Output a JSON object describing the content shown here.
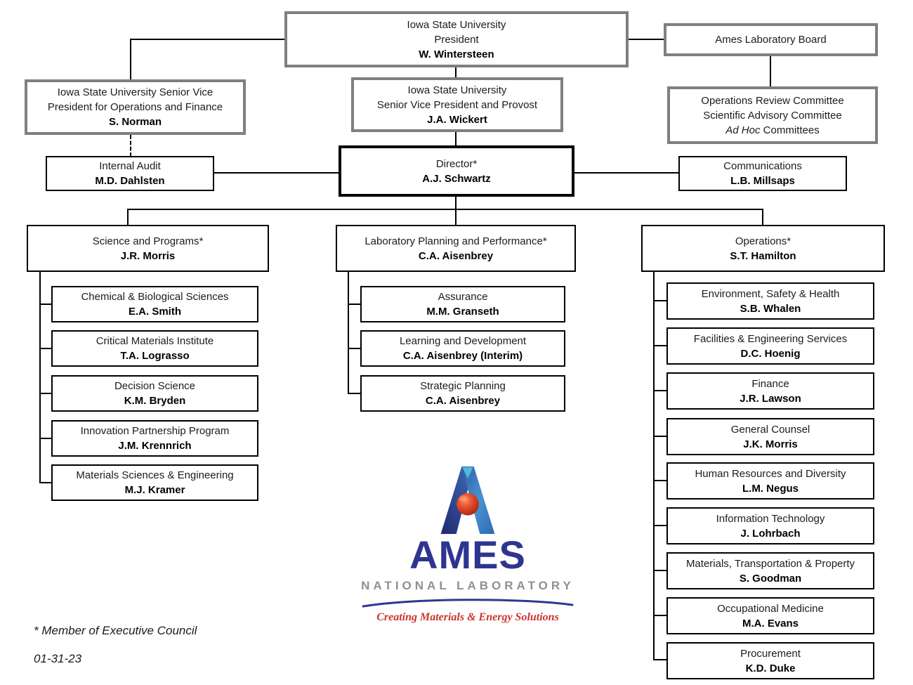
{
  "document": {
    "footnote": "* Member of Executive Council",
    "date": "01-31-23"
  },
  "logo": {
    "wordmark": "AMES",
    "subtitle": "NATIONAL LABORATORY",
    "tagline": "Creating Materials & Energy Solutions",
    "colors": {
      "navy": "#2e3590",
      "blue": "#4a93cf",
      "ball_red": "#c63b24",
      "subtitle_gray": "#8d9093",
      "tagline_red": "#c9342e",
      "box_gray_border": "#7f7f7f",
      "box_black_border": "#000000"
    }
  },
  "nodes": {
    "president": {
      "lines": [
        "Iowa State University",
        "President"
      ],
      "name": "W. Wintersteen"
    },
    "board": {
      "lines": [
        "Ames Laboratory Board"
      ]
    },
    "svp_ops": {
      "lines": [
        "Iowa State University Senior Vice",
        "President for Operations and Finance"
      ],
      "name": "S. Norman"
    },
    "provost": {
      "lines": [
        "Iowa State University",
        "Senior Vice President and Provost"
      ],
      "name": "J.A. Wickert"
    },
    "committees": {
      "lines": [
        "Operations Review Committee",
        "Scientific Advisory Committee"
      ],
      "adhoc_italic": "Ad Hoc",
      "adhoc_rest": "Committees"
    },
    "internal_audit": {
      "lines": [
        "Internal Audit"
      ],
      "name": "M.D. Dahlsten"
    },
    "director": {
      "lines": [
        "Director*"
      ],
      "name": "A.J. Schwartz"
    },
    "communications": {
      "lines": [
        "Communications"
      ],
      "name": "L.B. Millsaps"
    }
  },
  "branches": {
    "science": {
      "title": "Science and Programs*",
      "name": "J.R. Morris",
      "children": [
        {
          "title": "Chemical & Biological Sciences",
          "name": "E.A. Smith"
        },
        {
          "title": "Critical Materials Institute",
          "name": "T.A. Lograsso"
        },
        {
          "title": "Decision Science",
          "name": "K.M. Bryden"
        },
        {
          "title": "Innovation Partnership Program",
          "name": "J.M. Krennrich"
        },
        {
          "title": "Materials Sciences & Engineering",
          "name": "M.J. Kramer"
        }
      ]
    },
    "planning": {
      "title": "Laboratory Planning and Performance*",
      "name": "C.A. Aisenbrey",
      "children": [
        {
          "title": "Assurance",
          "name": "M.M. Granseth"
        },
        {
          "title": "Learning and Development",
          "name": "C.A. Aisenbrey (Interim)"
        },
        {
          "title": "Strategic Planning",
          "name": "C.A. Aisenbrey"
        }
      ]
    },
    "operations": {
      "title": "Operations*",
      "name": "S.T. Hamilton",
      "children": [
        {
          "title": "Environment, Safety & Health",
          "name": "S.B. Whalen"
        },
        {
          "title": "Facilities & Engineering Services",
          "name": "D.C. Hoenig"
        },
        {
          "title": "Finance",
          "name": "J.R. Lawson"
        },
        {
          "title": "General Counsel",
          "name": "J.K. Morris"
        },
        {
          "title": "Human Resources and Diversity",
          "name": "L.M. Negus"
        },
        {
          "title": "Information Technology",
          "name": "J. Lohrbach"
        },
        {
          "title": "Materials, Transportation & Property",
          "name": "S. Goodman"
        },
        {
          "title": "Occupational Medicine",
          "name": "M.A. Evans"
        },
        {
          "title": "Procurement",
          "name": "K.D. Duke"
        }
      ]
    }
  }
}
